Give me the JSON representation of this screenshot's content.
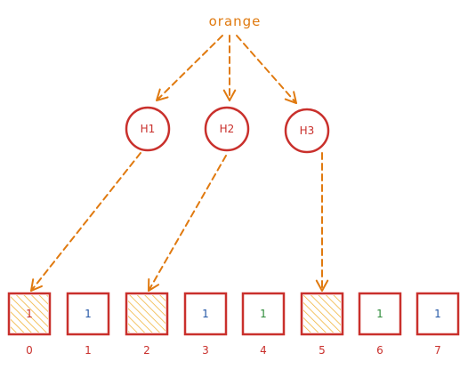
{
  "word": "orange",
  "hashes": [
    {
      "label": "H1",
      "target": 0
    },
    {
      "label": "H2",
      "target": 2
    },
    {
      "label": "H3",
      "target": 5
    }
  ],
  "cells": [
    {
      "index": "0",
      "bit": "1",
      "hatched": true,
      "bit_color": "#c9302c"
    },
    {
      "index": "1",
      "bit": "1",
      "hatched": false,
      "bit_color": "#2456a6"
    },
    {
      "index": "2",
      "bit": "",
      "hatched": true,
      "bit_color": "#c9302c"
    },
    {
      "index": "3",
      "bit": "1",
      "hatched": false,
      "bit_color": "#2456a6"
    },
    {
      "index": "4",
      "bit": "1",
      "hatched": false,
      "bit_color": "#2e8b3a"
    },
    {
      "index": "5",
      "bit": "",
      "hatched": true,
      "bit_color": "#c9302c"
    },
    {
      "index": "6",
      "bit": "1",
      "hatched": false,
      "bit_color": "#2e8b3a"
    },
    {
      "index": "7",
      "bit": "1",
      "hatched": false,
      "bit_color": "#2456a6"
    }
  ],
  "colors": {
    "arrow": "#e07a10",
    "box": "#c9302c",
    "hatch": "#f0b030"
  }
}
